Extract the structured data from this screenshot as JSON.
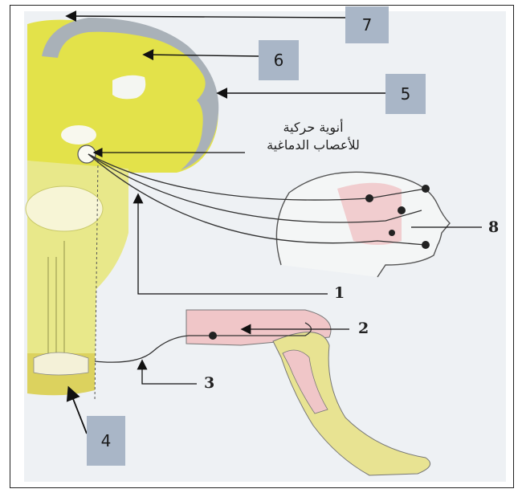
{
  "caption": {
    "line1": "أنوية حركية",
    "line2": "للأعصاب الدماغية"
  },
  "labels": {
    "l1": "1",
    "l2": "2",
    "l3": "3",
    "l4": "4",
    "l5": "5",
    "l6": "6",
    "l7": "7",
    "l8": "8"
  },
  "colors": {
    "brain_yellow": "#e3e24a",
    "cortex_gray": "#a9b1b8",
    "box_blue": "#a9b6c7",
    "muscle_pink": "#f0c6c8"
  }
}
